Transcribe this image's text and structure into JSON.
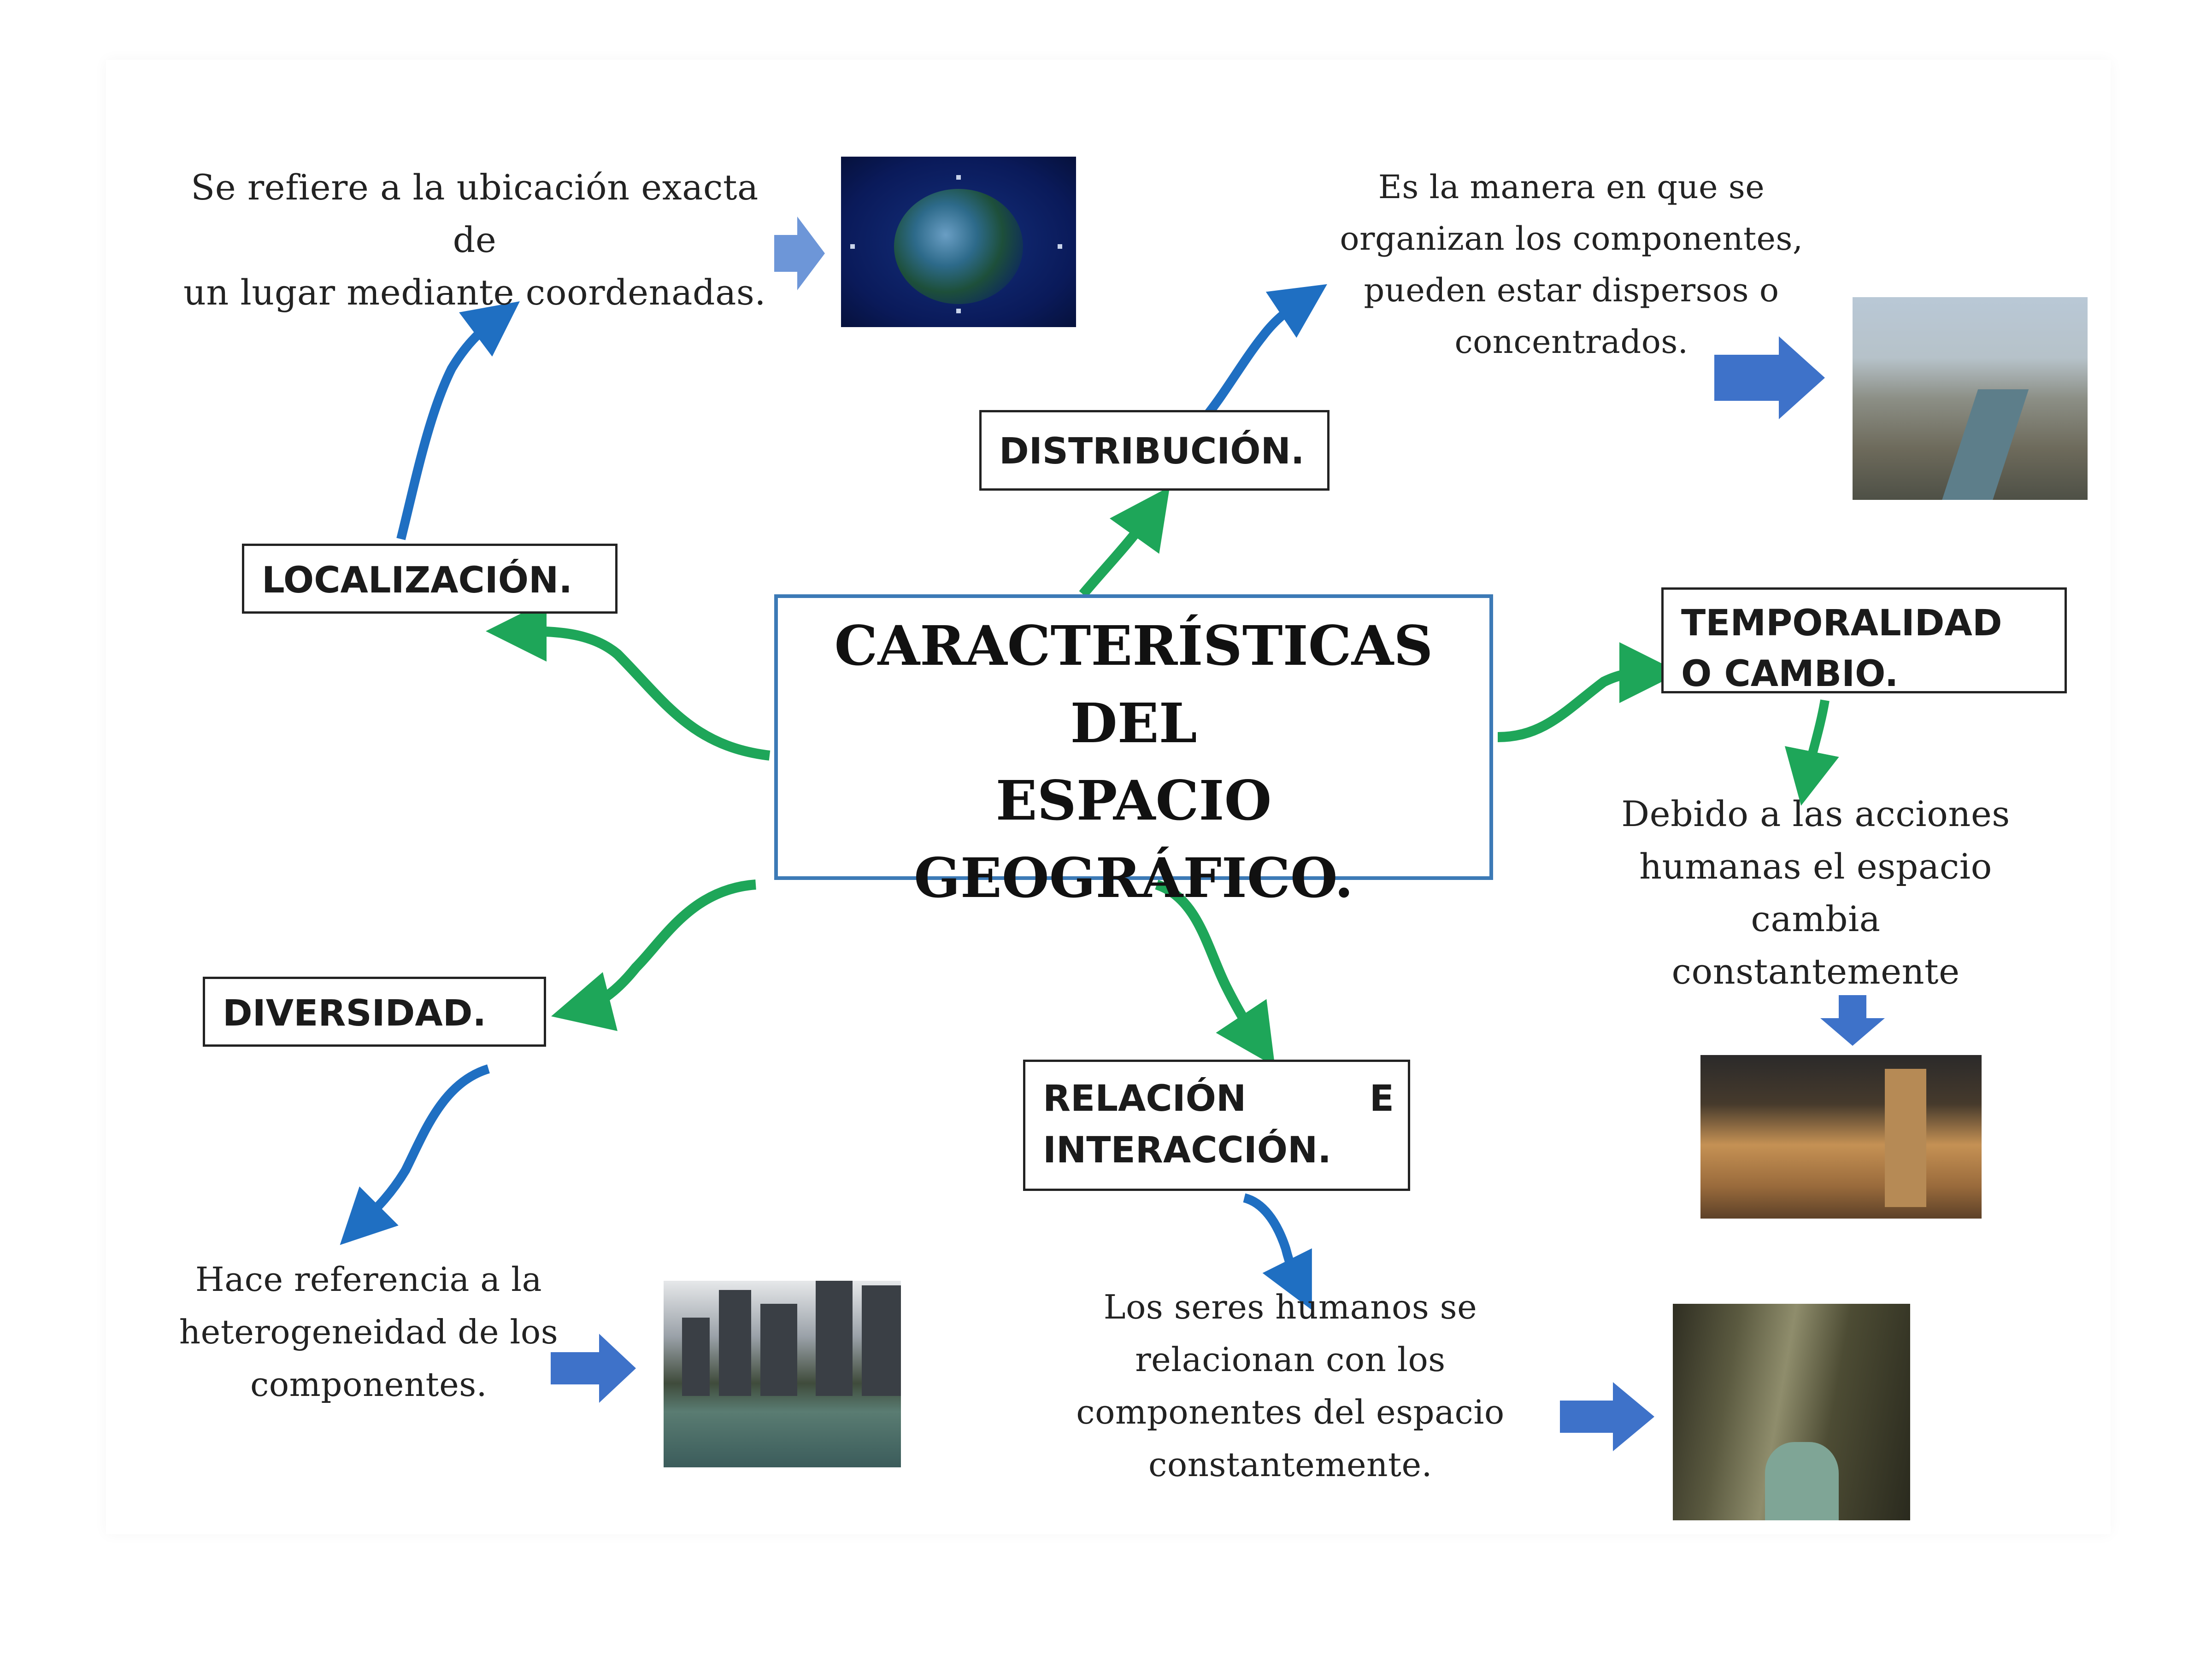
{
  "diagram": {
    "center_title": [
      "CARACTERÍSTICAS DEL",
      "ESPACIO GEOGRÁFICO."
    ],
    "nodes": {
      "localizacion": {
        "label": "LOCALIZACIÓN.",
        "description": [
          "Se refiere a la ubicación exacta de",
          "un lugar mediante coordenadas."
        ]
      },
      "distribucion": {
        "label": "DISTRIBUCIÓN.",
        "description": [
          "Es la manera en que se",
          "organizan los componentes,",
          "pueden estar dispersos o",
          "concentrados."
        ]
      },
      "temporalidad": {
        "label": [
          "TEMPORALIDAD",
          "O CAMBIO."
        ],
        "description": [
          "Debido a las acciones",
          "humanas el espacio",
          "cambia",
          "constantemente"
        ]
      },
      "diversidad": {
        "label": "DIVERSIDAD.",
        "description": [
          "Hace referencia a la",
          "heterogeneidad de los",
          "componentes."
        ]
      },
      "relacion": {
        "label": [
          "RELACIÓN",
          "E",
          "INTERACCIÓN."
        ],
        "description": [
          "Los seres humanos se",
          "relacionan con los",
          "componentes del espacio",
          "constantemente."
        ]
      }
    },
    "images": {
      "localizacion": "globe-photo",
      "distribucion": "city-aerial-photo",
      "temporalidad": "cathedral-photo",
      "diversidad": "city-skyline-photo",
      "relacion": "canyon-photo"
    },
    "colors": {
      "green_arrow": "#1ea659",
      "blue_curved_arrow": "#1f6fc2",
      "block_arrow": "#4a7bd0",
      "center_border": "#3c7ab6"
    }
  }
}
